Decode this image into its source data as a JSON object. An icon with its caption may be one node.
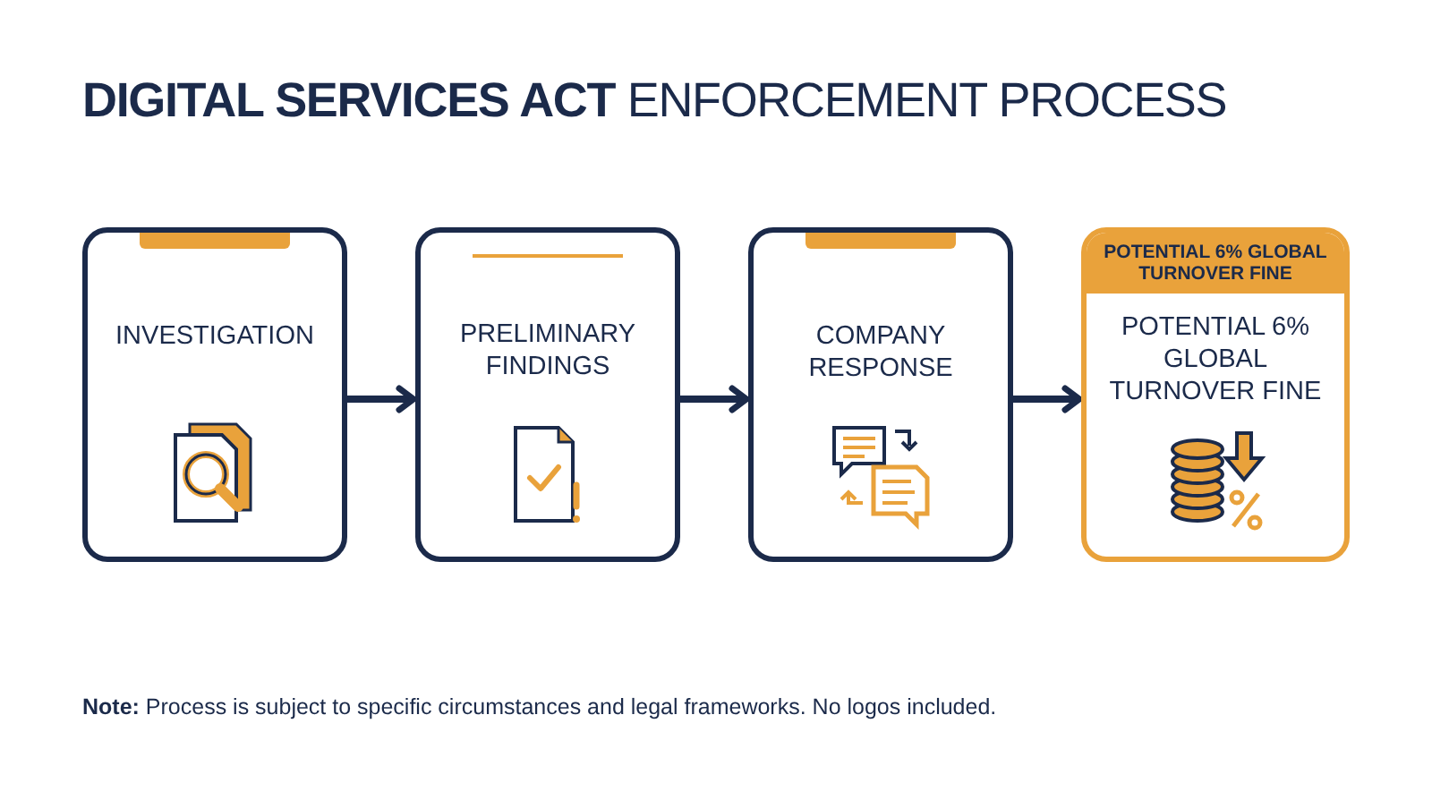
{
  "diagram": {
    "title": "**DIGITAL SERVICES ACT** ENFORCEMENT PROCESS",
    "nodes": [
      {
        "text": [
          "INVESTIGATION"
        ]
      },
      {
        "text": [
          "PRELIMINARY FINDINGS"
        ]
      },
      {
        "text": [
          "COMPANY RESPONSE"
        ]
      },
      {
        "text": [
          "POTENTIAL 6% GLOBAL TURNOVER FINE",
          "POTENTIAL 6% GLOBAL TURNOVER FINE"
        ]
      }
    ],
    "edges": [
      {
        "from": 0,
        "to": 1,
        "arrow": "to"
      },
      {
        "from": 1,
        "to": 2,
        "arrow": "to"
      },
      {
        "from": 2,
        "to": 3,
        "arrow": "to"
      }
    ],
    "labels": [
      "**Note:** Process is subject to specific circumstances and legal frameworks. No logos included."
    ]
  }
}
